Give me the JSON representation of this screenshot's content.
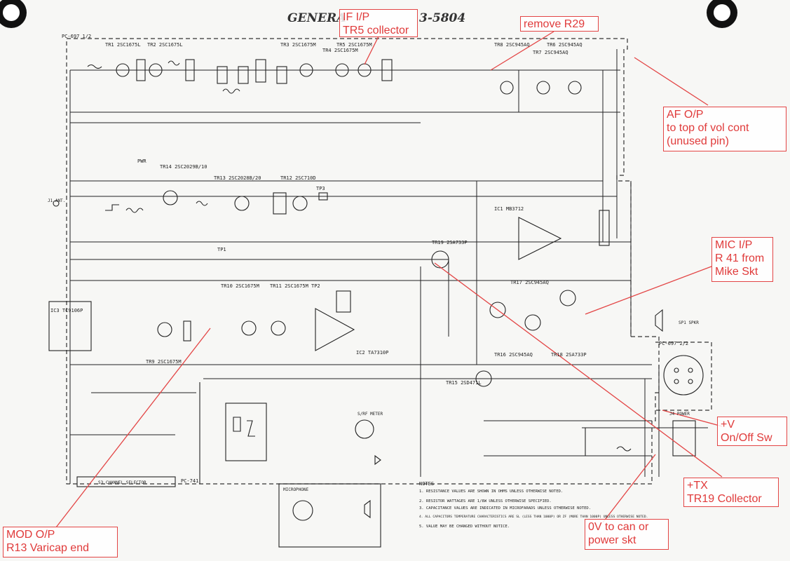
{
  "header": {
    "title_text": "GENERA",
    "model_code": "3-5804",
    "board_ref": "PC-697 1/2",
    "board_ref_2": "PC-697 2/2",
    "board_ref_3": "PC-741"
  },
  "annotations": {
    "if_out": {
      "line1": "IF I/P",
      "line2": "TR5 collector"
    },
    "remove": {
      "line1": "remove R29"
    },
    "af_out": {
      "line1": "AF O/P",
      "line2": "to top of vol cont",
      "line3": "(unused pin)"
    },
    "mic_in": {
      "line1": "MIC I/P",
      "line2": "R 41 from",
      "line3": "Mike Skt"
    },
    "vplus": {
      "line1": "+V",
      "line2": "On/Off Sw"
    },
    "tx": {
      "line1": "+TX",
      "line2": "TR19 Collector"
    },
    "ground": {
      "line1": "0V to can or",
      "line2": "power skt"
    },
    "mod_out": {
      "line1": "MOD O/P",
      "line2": "R13 Varicap end"
    }
  },
  "components": {
    "tr1": "TR1 2SC1675L",
    "tr2": "TR2 2SC1675L",
    "tr3": "TR3 2SC1675M",
    "tr4": "TR4 2SC1675M",
    "tr5": "TR5 2SC1675M",
    "tr6": "TR6 2SC945AQ",
    "tr7": "TR7 2SC945AQ",
    "tr8": "TR8 2SC945AQ",
    "tr9": "TR9 2SC1675M",
    "tr10": "TR10 2SC1675M",
    "tr11": "TR11 2SC1675M",
    "tr12": "TR12 2SC710D",
    "tr13": "TR13 2SC2028B/20",
    "tr14": "TR14 2SC2029B/10",
    "tr15": "TR15 2SD471L",
    "tr16": "TR16 2SC945AQ",
    "tr17": "TR17 2SC945AQ",
    "tr18": "TR18 2SA733P",
    "tr19": "TR19 2SA733P",
    "ic1": "IC1 MB3712",
    "ic2": "IC2 TA7310P",
    "ic3": "IC3 TC9106P",
    "tp1": "TP1",
    "tp2": "TP2",
    "tp3": "TP3",
    "pwr": "PWR",
    "ant": "J1 ANT.",
    "channel_selector": "S3 CHANNEL SELECTOR",
    "microphone": "MICROPHONE",
    "s_meter": "S/RF METER",
    "spkr": "SP1 SPKR",
    "power": "J4 POWER",
    "notes_title": "NOTES"
  },
  "notes": [
    "1. RESISTANCE VALUES ARE SHOWN IN OHMS UNLESS OTHERWISE NOTED.",
    "2. RESISTOR WATTAGES ARE 1/8W UNLESS OTHERWISE SPECIFIED.",
    "3. CAPACITANCE VALUES ARE INDICATED IN MICROFARADS UNLESS OTHERWISE NOTED.",
    "4. ALL CAPACITORS TEMPERATURE CHARACTERISTICS ARE SL (LESS THAN 1000P) OR ZF (MORE THAN 1000P) UNLESS OTHERWISE NOTED.",
    "5. VALUE MAY BE CHANGED WITHOUT NOTICE."
  ],
  "colors": {
    "annotation": "#e03a3a",
    "ink": "#222222",
    "paper": "#f7f7f5"
  }
}
